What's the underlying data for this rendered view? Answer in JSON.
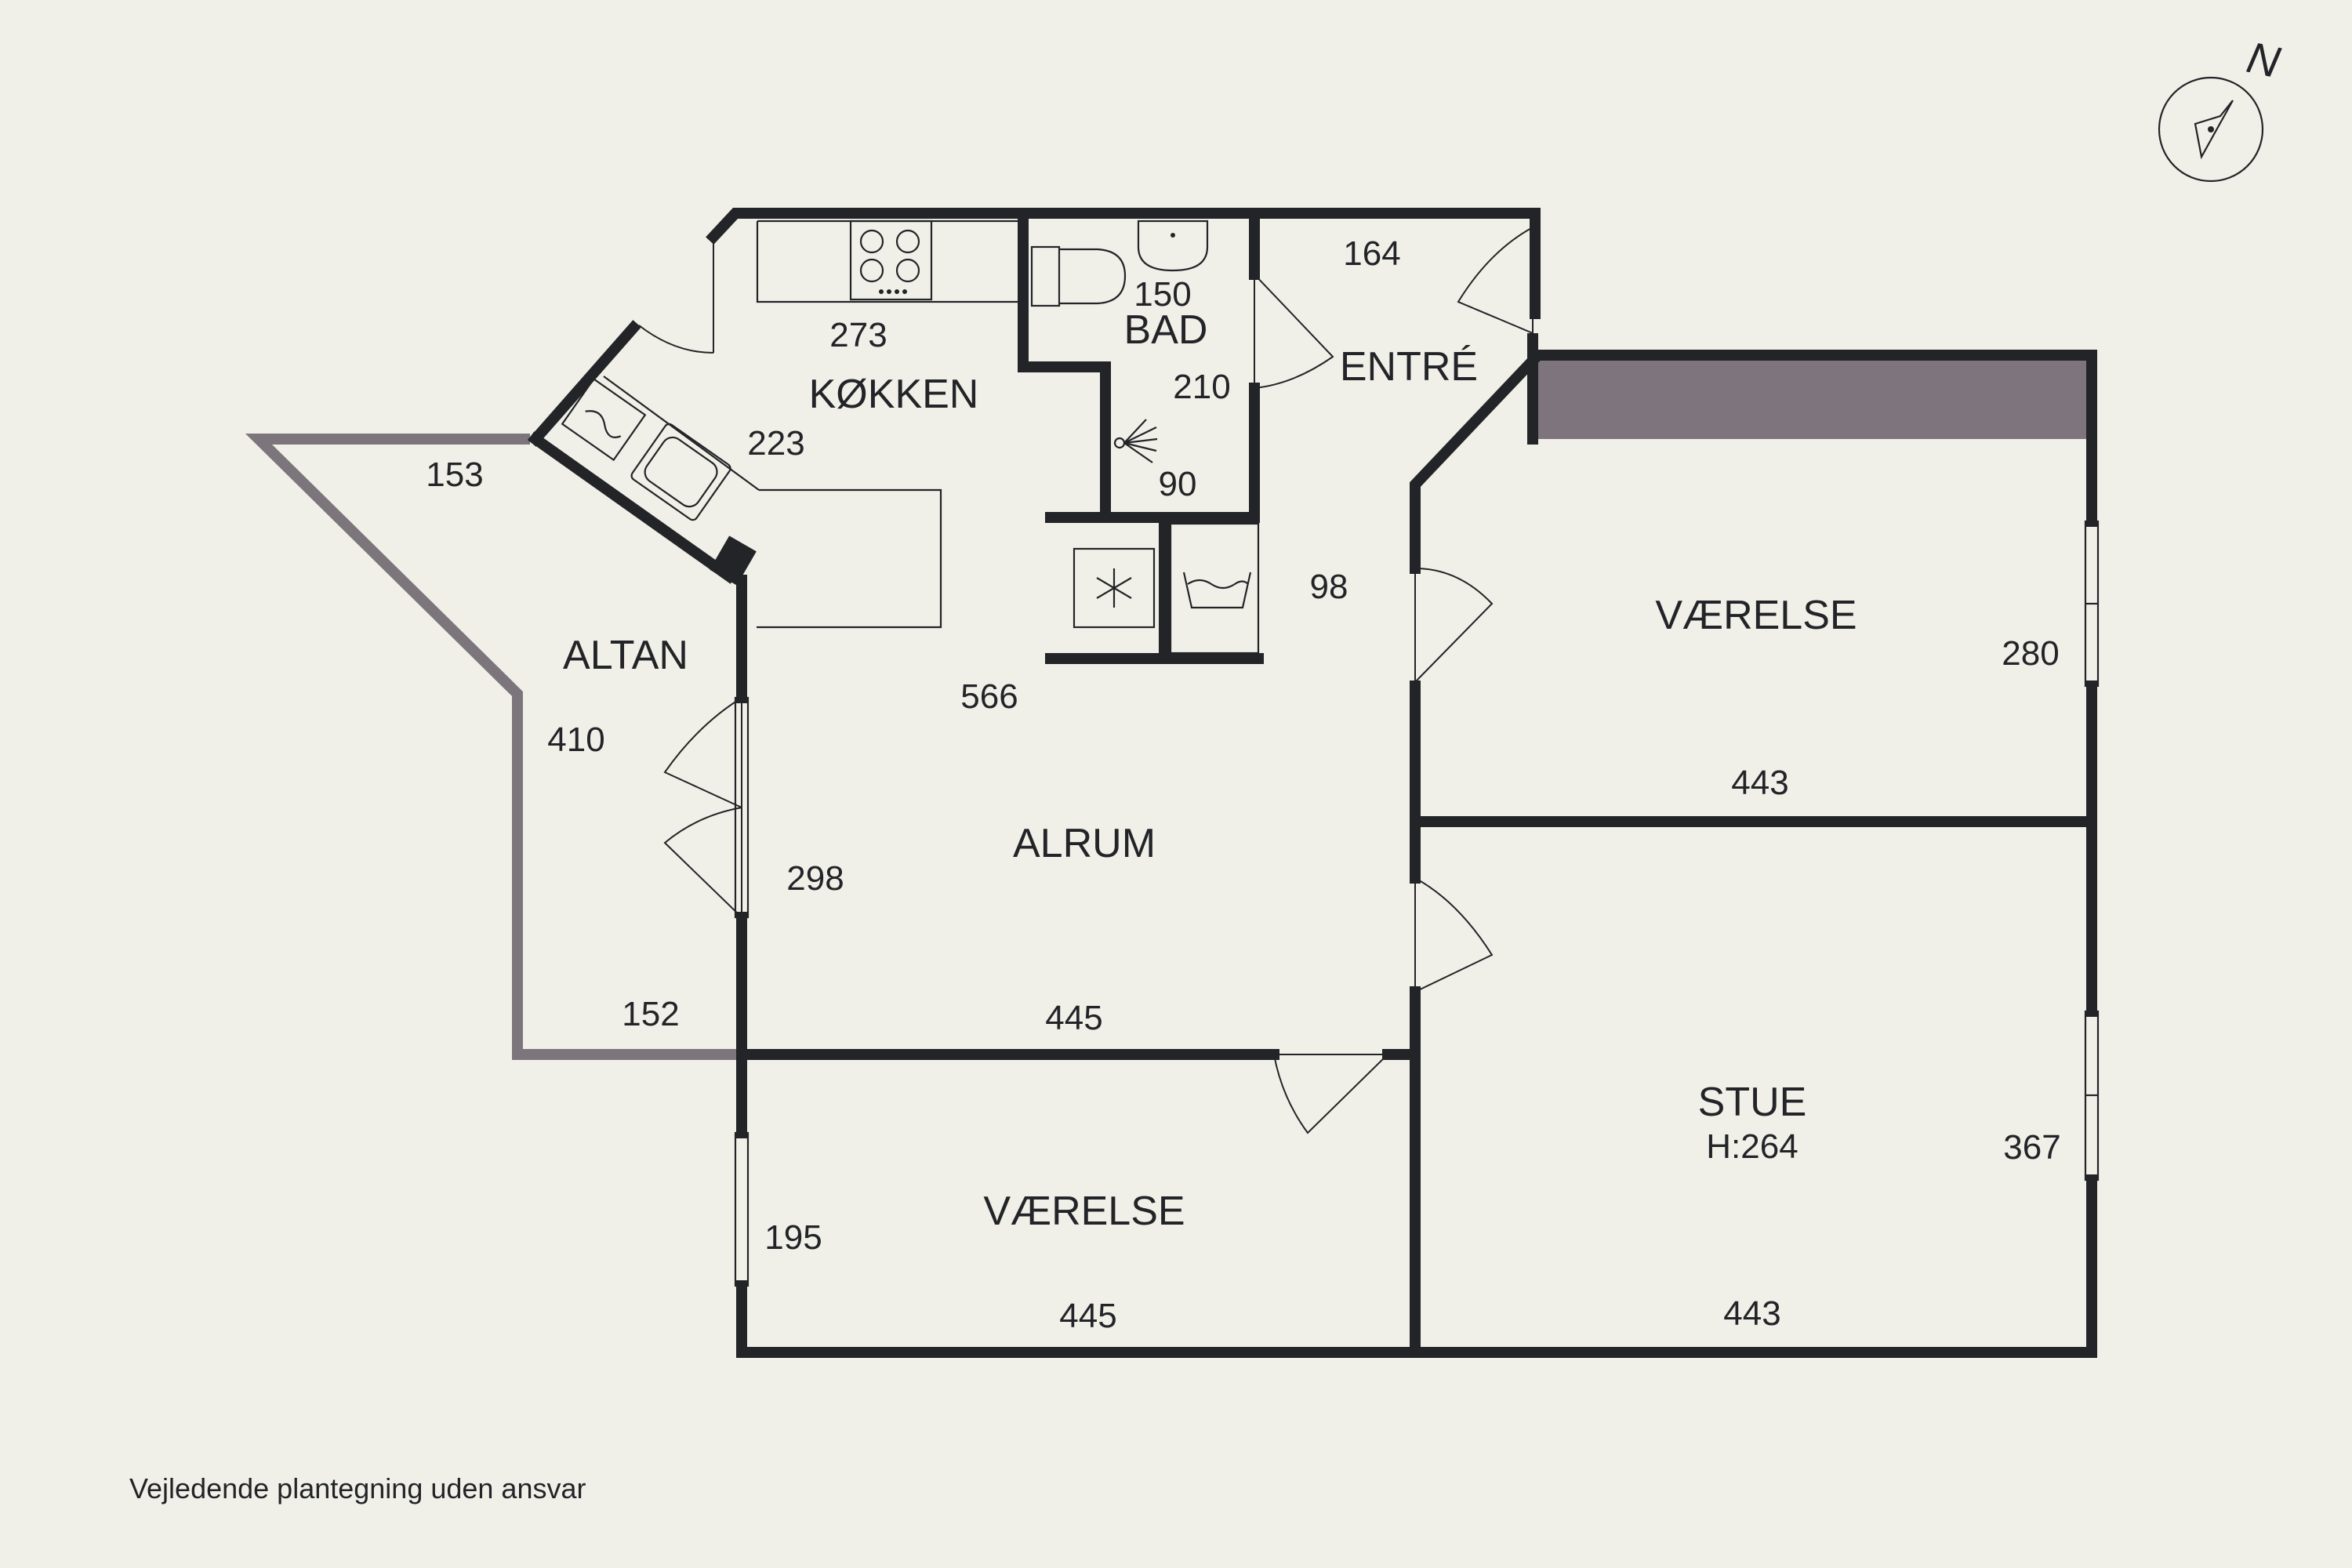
{
  "rooms": {
    "kokken": "KØKKEN",
    "bad": "BAD",
    "entre": "ENTRÉ",
    "altan": "ALTAN",
    "alrum": "ALRUM",
    "vaerelse_1": "VÆRELSE",
    "vaerelse_2": "VÆRELSE",
    "stue": "STUE",
    "stue_height": "H:264"
  },
  "dimensions": {
    "d273": "273",
    "d150": "150",
    "d164": "164",
    "d223": "223",
    "d210": "210",
    "d153": "153",
    "d90": "90",
    "d98": "98",
    "d410": "410",
    "d566": "566",
    "d280": "280",
    "d443a": "443",
    "d298": "298",
    "d152": "152",
    "d445a": "445",
    "d195": "195",
    "d367": "367",
    "d445b": "445",
    "d443b": "443"
  },
  "compass": {
    "north": "N"
  },
  "disclaimer": "Vejledende plantegning uden ansvar",
  "colors": {
    "background": "#f1f0e8",
    "wall": "#222428",
    "balcony_outline": "#7c767c",
    "radiator_fill": "#7e747d"
  },
  "icons": {
    "stove": "stove-icon",
    "toilet": "toilet-icon",
    "sink": "sink-icon",
    "shower": "shower-icon",
    "freezer": "snowflake-icon",
    "washer": "washing-machine-icon",
    "dishwasher": "dishwasher-icon",
    "kitchen_sink": "kitchen-sink-icon",
    "compass": "compass-icon"
  }
}
